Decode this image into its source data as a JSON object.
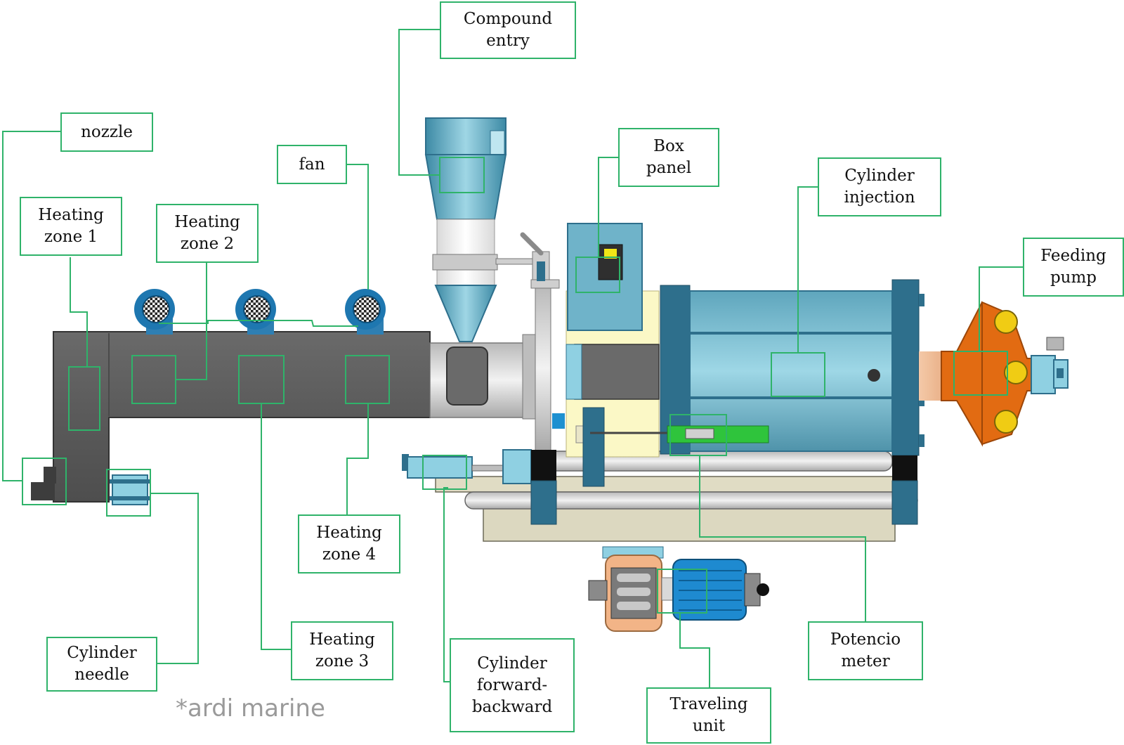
{
  "labels": {
    "compound_entry": [
      "Compound",
      "entry"
    ],
    "nozzle": [
      "nozzle"
    ],
    "fan": [
      "fan"
    ],
    "box_panel": [
      "Box",
      "panel"
    ],
    "cylinder_injection": [
      "Cylinder",
      "injection"
    ],
    "heating_zone_1": [
      "Heating",
      "zone 1"
    ],
    "heating_zone_2": [
      "Heating",
      "zone 2"
    ],
    "feeding_pump": [
      "Feeding",
      "pump"
    ],
    "heating_zone_4": [
      "Heating",
      "zone 4"
    ],
    "heating_zone_3": [
      "Heating",
      "zone 3"
    ],
    "cylinder_needle": [
      "Cylinder",
      "needle"
    ],
    "cylinder_forward_backward": [
      "Cylinder",
      "forward-",
      "backward"
    ],
    "potencio_meter": [
      "Potencio",
      "meter"
    ],
    "traveling_unit": [
      "Traveling",
      "unit"
    ]
  },
  "watermark": "*ardi marine",
  "colors": {
    "callout_line": "#2fb36a",
    "barrel": "#5f5f5f",
    "steel_blue": "#2e6f8c",
    "light_blue": "#8fd0e2",
    "pale_yellow": "#fbf8c6",
    "orange": "#e26b12",
    "green_sensor": "#2fc43c"
  }
}
